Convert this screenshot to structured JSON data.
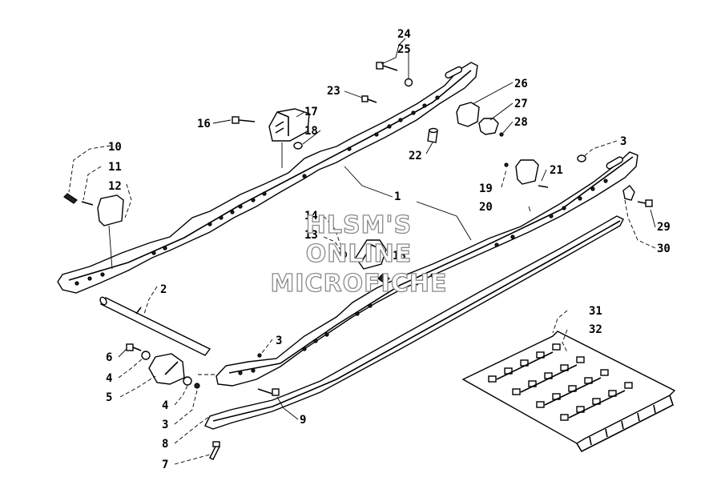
{
  "watermark": {
    "line1": "HLSM'S",
    "line2": "ONLINE",
    "line3": "MICROFICHE"
  },
  "callouts": {
    "c1": "1",
    "c2": "2",
    "c3a": "3",
    "c3b": "3",
    "c3c": "3",
    "c4a": "4",
    "c4b": "4",
    "c5": "5",
    "c6": "6",
    "c7": "7",
    "c8": "8",
    "c9": "9",
    "c10": "10",
    "c11": "11",
    "c12": "12",
    "c13": "13",
    "c14": "14",
    "c15": "15",
    "c16": "16",
    "c17": "17",
    "c18": "18",
    "c19": "19",
    "c20": "20",
    "c21": "21",
    "c22": "22",
    "c23": "23",
    "c24": "24",
    "c25": "25",
    "c26": "26",
    "c27": "27",
    "c28": "28",
    "c29": "29",
    "c30": "30",
    "c31": "31",
    "c32": "32"
  }
}
